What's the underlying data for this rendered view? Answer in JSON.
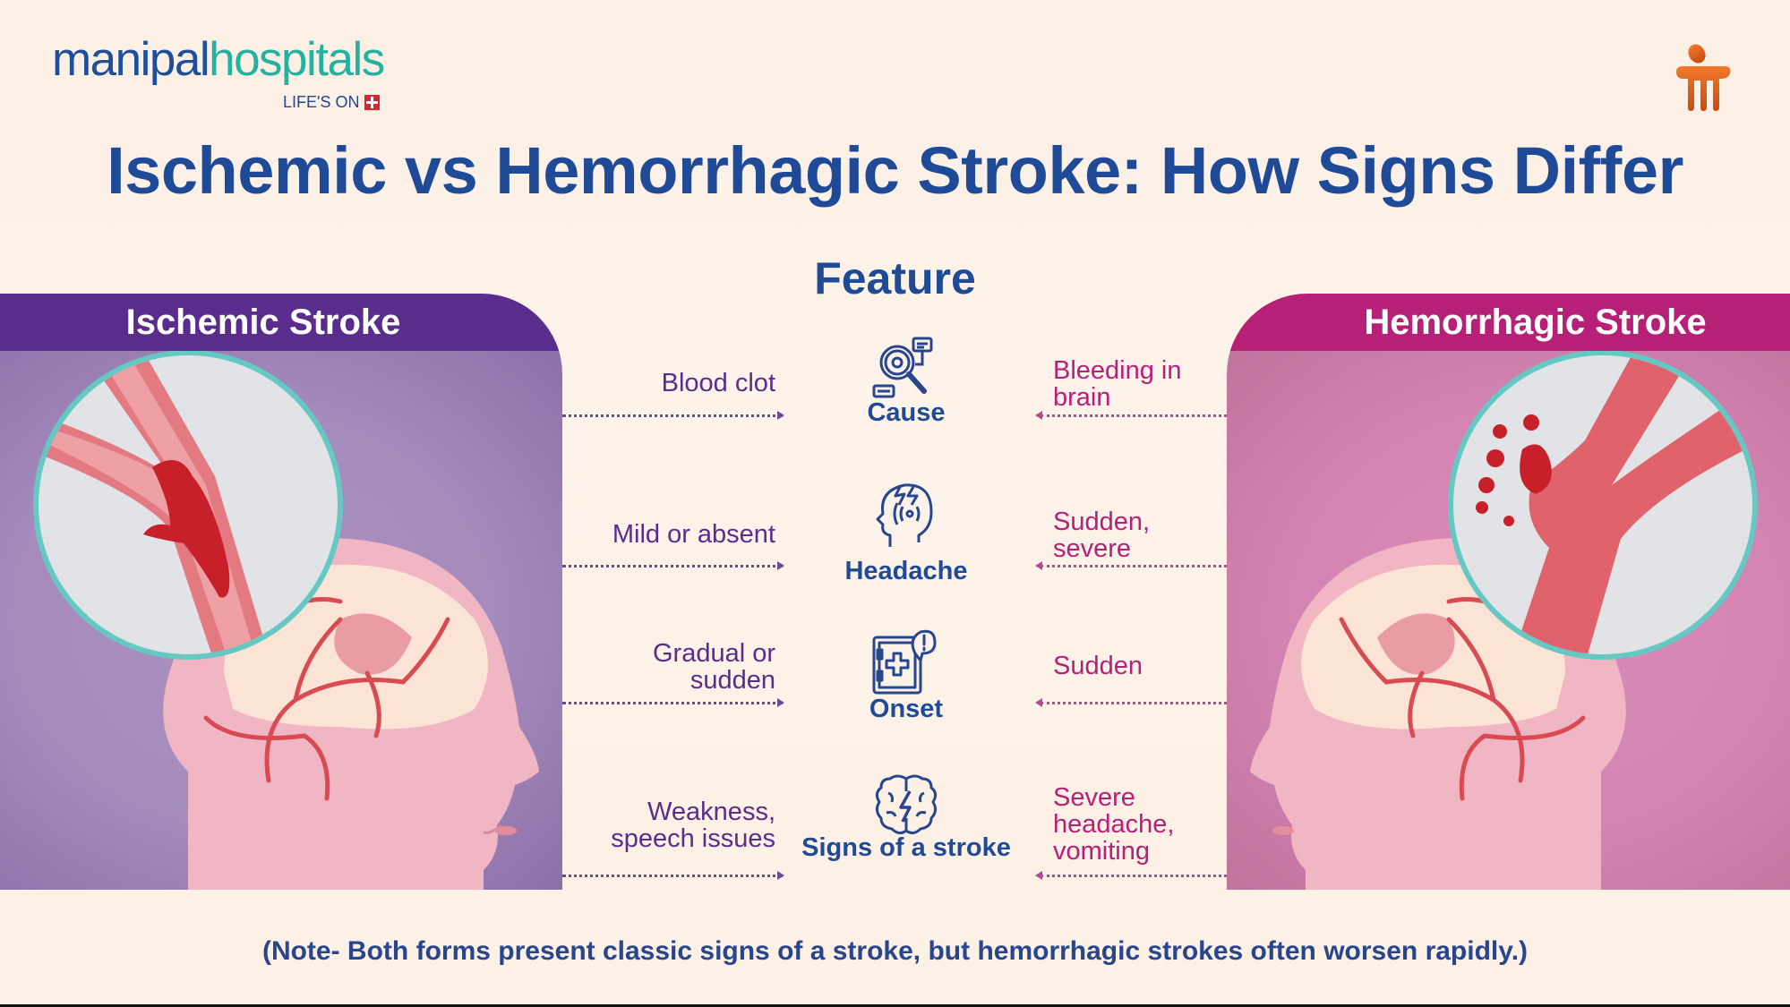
{
  "brand": {
    "logo_part1": "manipal",
    "logo_part2": "hospitals",
    "tagline": "LIFE'S ON",
    "colors": {
      "primary_blue": "#1d4f9c",
      "teal": "#23b2a0",
      "red": "#d7282f",
      "mark_orange": "#e8621e"
    }
  },
  "title": "Ischemic vs Hemorrhagic Stroke: How Signs Differ",
  "feature_header": "Feature",
  "panels": {
    "left": {
      "label": "Ischemic Stroke",
      "color": "#5a2c8e",
      "illustration": "head-with-blood-clot-in-artery"
    },
    "right": {
      "label": "Hemorrhagic Stroke",
      "color": "#b62077",
      "illustration": "head-with-ruptured-artery-bleeding"
    }
  },
  "rows": [
    {
      "feature": "Cause",
      "icon": "magnifier-search-icon",
      "ischemic": "Blood clot",
      "hemorrhagic": "Bleeding in brain"
    },
    {
      "feature": "Headache",
      "icon": "head-pain-icon",
      "ischemic": "Mild or absent",
      "hemorrhagic": "Sudden, severe"
    },
    {
      "feature": "Onset",
      "icon": "medical-kit-alert-icon",
      "ischemic": "Gradual or sudden",
      "hemorrhagic": "Sudden"
    },
    {
      "feature": "Signs of a stroke",
      "icon": "brain-lightning-icon",
      "ischemic": "Weakness, speech issues",
      "hemorrhagic": "Severe headache, vomiting"
    }
  ],
  "note": "(Note- Both forms present classic signs of a stroke, but hemorrhagic strokes often worsen rapidly.)"
}
